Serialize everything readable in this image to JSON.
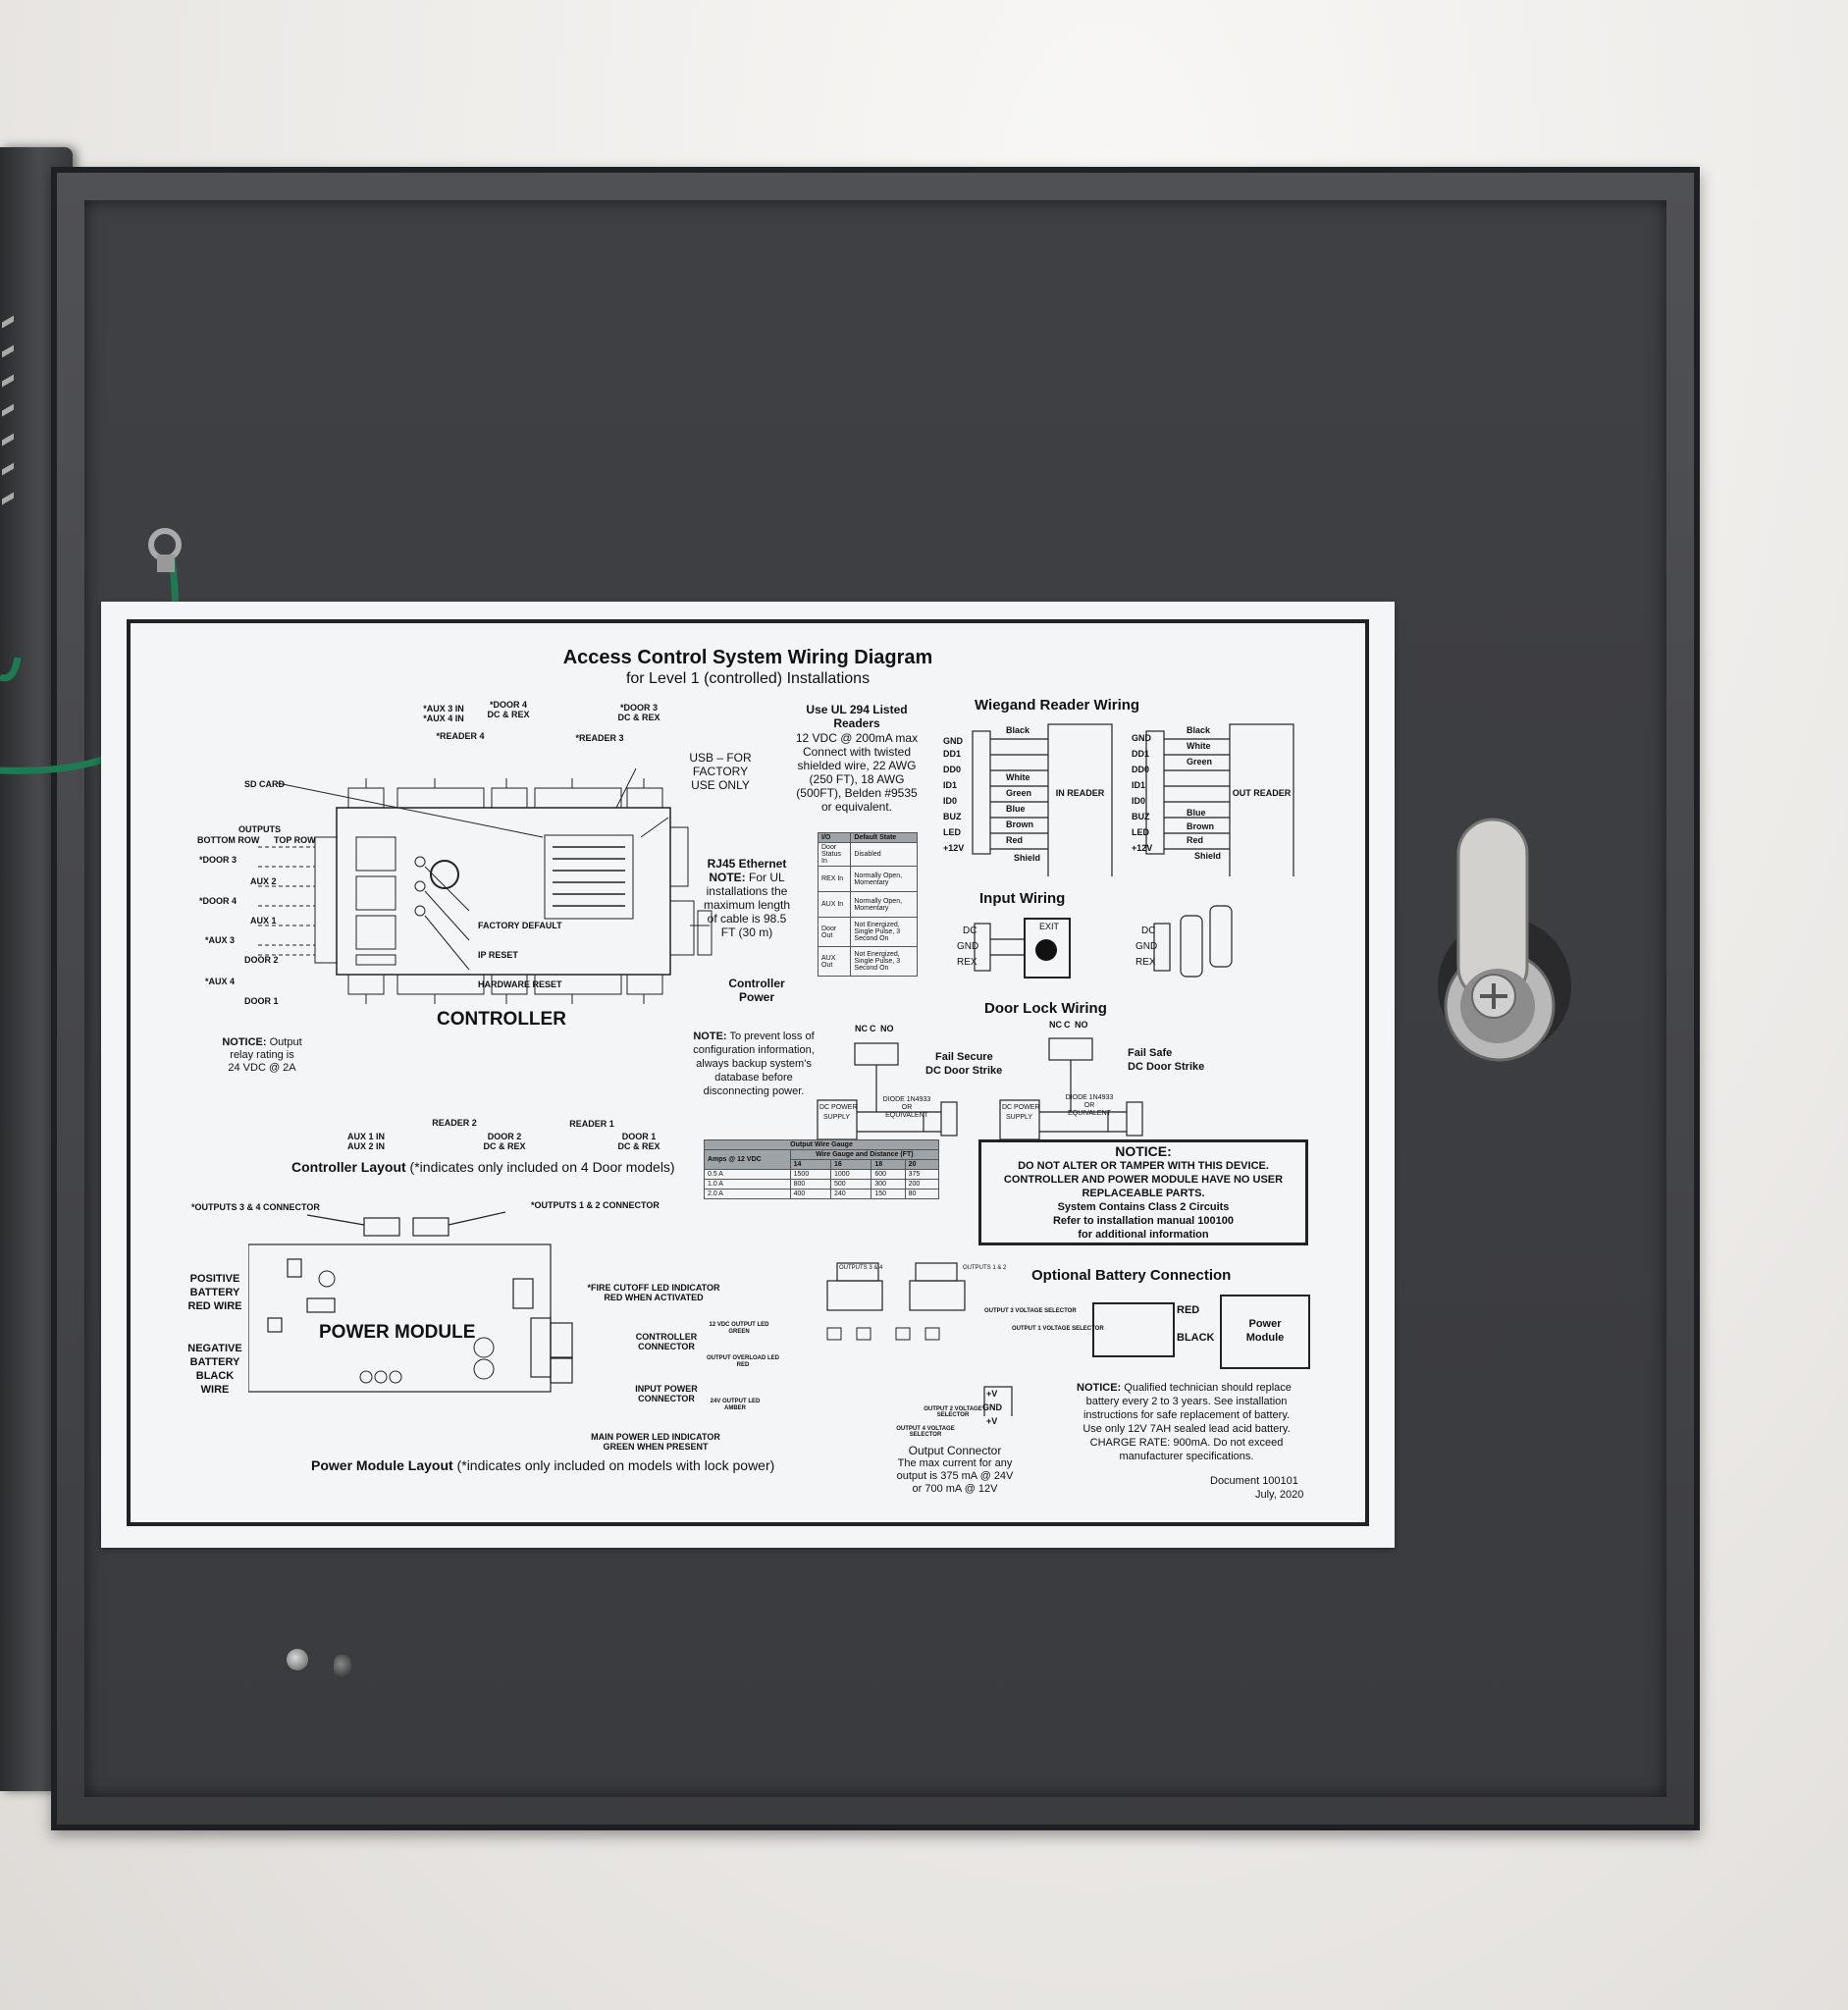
{
  "title": "Access Control System Wiring Diagram",
  "subtitle": "for Level 1 (controlled) Installations",
  "controller": {
    "top_labels": [
      "*AUX 3 IN\n*AUX 4 IN",
      "*DOOR 4\nDC & REX",
      "*READER 4",
      "*READER 3",
      "*DOOR 3\nDC & REX"
    ],
    "aux3in": "*AUX 3 IN",
    "aux4in": "*AUX 4 IN",
    "door4a": "*DOOR 4",
    "door4b": "DC & REX",
    "reader4": "*READER 4",
    "reader3": "*READER 3",
    "door3a": "*DOOR 3",
    "door3b": "DC & REX",
    "sd_card": "SD CARD",
    "outputs": "OUTPUTS",
    "bottom_row": "BOTTOM ROW",
    "top_row": "TOP ROW",
    "left_outputs": [
      "*DOOR 3",
      "AUX 2",
      "*DOOR 4",
      "AUX 1",
      "*AUX 3",
      "DOOR 2",
      "*AUX 4",
      "DOOR 1"
    ],
    "factory_default": "FACTORY DEFAULT",
    "ip_reset": "IP RESET",
    "hardware_reset": "HARDWARE RESET",
    "name": "CONTROLLER",
    "notice_head": "NOTICE:",
    "notice_1": "Output",
    "notice_2": "relay rating is",
    "notice_3": "24 VDC @ 2A",
    "aux1in": "AUX 1 IN",
    "aux2in": "AUX 2 IN",
    "reader2": "READER 2",
    "door2a": "DOOR 2",
    "door2b": "DC & REX",
    "reader1": "READER 1",
    "door1a": "DOOR 1",
    "door1b": "DC & REX",
    "layout_caption_bold": "Controller Layout",
    "layout_caption": " (*indicates only included on 4 Door models)",
    "usb_1": "USB – FOR",
    "usb_2": "FACTORY",
    "usb_3": "USE ONLY",
    "rj45_head": "RJ45 Ethernet",
    "rj45_note": "NOTE:",
    "rj45_1": "For UL",
    "rj45_2": "installations the",
    "rj45_3": "maximum length",
    "rj45_4": "of cable is 98.5",
    "rj45_5": "FT (30 m)",
    "ctrl_power_1": "Controller",
    "ctrl_power_2": "Power",
    "note_head": "NOTE:",
    "note_1": "To prevent loss of",
    "note_2": "configuration information,",
    "note_3": "always backup system's",
    "note_4": "database before",
    "note_5": "disconnecting power."
  },
  "readers_note": {
    "head_1": "Use UL 294 Listed",
    "head_2": "Readers",
    "l1": "12 VDC @ 200mA max",
    "l2": "Connect with twisted",
    "l3": "shielded wire, 22 AWG",
    "l4": "(250 FT), 18 AWG",
    "l5": "(500FT), Belden #9535",
    "l6": "or equivalent."
  },
  "io_table": {
    "headers": [
      "I/O",
      "Default State"
    ],
    "rows": [
      [
        "Door Status In",
        "Disabled"
      ],
      [
        "REX In",
        "Normally Open, Momentary"
      ],
      [
        "AUX In",
        "Normally Open, Momentary"
      ],
      [
        "Door Out",
        "Not Energized, Single Pulse, 3 Second On"
      ],
      [
        "AUX Out",
        "Not Energized, Single Pulse, 3 Second On"
      ]
    ]
  },
  "wiegand": {
    "title": "Wiegand Reader Wiring",
    "pins": [
      "GND",
      "DD1",
      "DD0",
      "ID1",
      "ID0",
      "BUZ",
      "LED",
      "+12V"
    ],
    "in_wires": [
      "Black",
      "White",
      "Green",
      "Blue",
      "Brown",
      "Red",
      "Shield"
    ],
    "out_wires": [
      "Black",
      "White",
      "Green",
      "Blue",
      "Brown",
      "Red",
      "Shield"
    ],
    "in_reader": "IN READER",
    "out_reader": "OUT READER"
  },
  "input_wiring": {
    "title": "Input Wiring",
    "pins": [
      "DC",
      "GND",
      "REX"
    ],
    "exit": "EXIT"
  },
  "door_lock": {
    "title": "Door Lock Wiring",
    "fail_secure_1": "Fail Secure",
    "fail_secure_2": "DC Door Strike",
    "fail_safe_1": "Fail Safe",
    "fail_safe_2": "DC Door Strike",
    "nc": "NC",
    "c": "C",
    "no": "NO",
    "dc_power_1": "DC POWER",
    "dc_power_2": "SUPPLY",
    "diode_1": "DIODE 1N4933",
    "diode_2": "OR",
    "diode_3": "EQUIVALENT"
  },
  "wire_gauge": {
    "title": "Output Wire Gauge",
    "subtitle": "Wire Gauge and Distance (FT)",
    "amps_head": "Amps @ 12 VDC",
    "gauges": [
      "14",
      "16",
      "18",
      "20"
    ],
    "rows": [
      [
        "0.5 A",
        "1500",
        "1000",
        "600",
        "375"
      ],
      [
        "1.0 A",
        "800",
        "500",
        "300",
        "200"
      ],
      [
        "2.0 A",
        "400",
        "240",
        "150",
        "80"
      ]
    ]
  },
  "notice_box": {
    "head": "NOTICE:",
    "l1": "DO NOT ALTER OR TAMPER WITH THIS DEVICE.",
    "l2": "CONTROLLER AND POWER MODULE HAVE NO USER",
    "l3": "REPLACEABLE PARTS.",
    "l4": "System Contains Class 2 Circuits",
    "l5": "Refer to installation manual 100100",
    "l6": "for additional information"
  },
  "power_module": {
    "conn_34": "*OUTPUTS 3 & 4 CONNECTOR",
    "conn_12": "*OUTPUTS 1 & 2 CONNECTOR",
    "pos_1": "POSITIVE",
    "pos_2": "BATTERY",
    "pos_3": "RED WIRE",
    "neg_1": "NEGATIVE",
    "neg_2": "BATTERY",
    "neg_3": "BLACK",
    "neg_4": "WIRE",
    "name": "POWER MODULE",
    "fire_1": "*FIRE CUTOFF LED INDICATOR",
    "fire_2": "RED WHEN ACTIVATED",
    "ctrl_conn_1": "CONTROLLER",
    "ctrl_conn_2": "CONNECTOR",
    "input_conn_1": "INPUT POWER",
    "input_conn_2": "CONNECTOR",
    "main_led_1": "MAIN POWER LED INDICATOR",
    "main_led_2": "GREEN WHEN PRESENT",
    "caption_bold": "Power Module Layout",
    "caption": "  (*indicates only included on models with lock power)"
  },
  "output_diagram": {
    "outputs_34": "OUTPUTS 3 & 4",
    "outputs_12": "OUTPUTS 1 & 2",
    "v3": "OUTPUT 3 VOLTAGE SELECTOR",
    "v1": "OUTPUT 1 VOLTAGE SELECTOR",
    "led_12v_1": "12 VDC OUTPUT LED",
    "led_12v_2": "GREEN",
    "overload_1": "OUTPUT OVERLOAD LED",
    "overload_2": "RED",
    "led_24v_1": "24V OUTPUT LED",
    "led_24v_2": "AMBER",
    "v2": "OUTPUT 2 VOLTAGE SELECTOR",
    "v4": "OUTPUT 4 VOLTAGE SELECTOR",
    "pins": [
      "+V",
      "GND",
      "+V"
    ],
    "conn_head": "Output Connector",
    "conn_1": "The max current for any",
    "conn_2": "output is 375 mA @ 24V",
    "conn_3": "or 700 mA @ 12V"
  },
  "battery": {
    "title": "Optional Battery Connection",
    "red": "RED",
    "black": "BLACK",
    "module_1": "Power",
    "module_2": "Module",
    "notice_head": "NOTICE:",
    "n1": "Qualified technician should replace",
    "n2": "battery every 2 to 3 years. See installation",
    "n3": "instructions for safe replacement of battery.",
    "n4": "Use only 12V 7AH sealed lead acid battery.",
    "n5": "CHARGE RATE: 900mA. Do not exceed",
    "n6": "manufacturer specifications."
  },
  "document": {
    "number": "Document 100101",
    "date": "July, 2020"
  }
}
